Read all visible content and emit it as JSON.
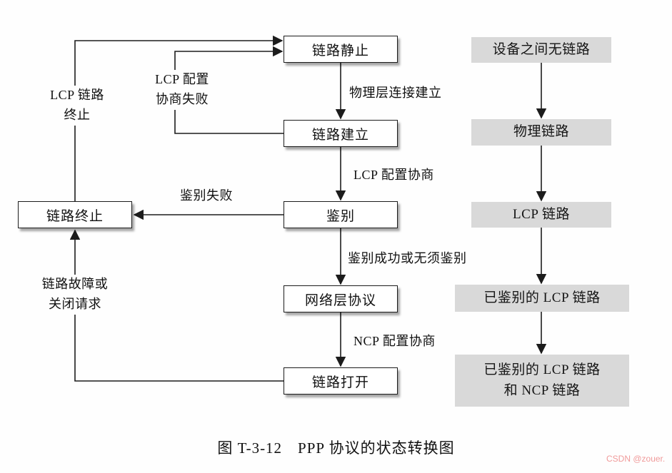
{
  "states": {
    "link_dead": "链路静止",
    "link_establish": "链路建立",
    "authenticate": "鉴别",
    "network_layer": "网络层协议",
    "link_open": "链路打开",
    "link_terminate": "链路终止"
  },
  "transitions": {
    "physical_up": "物理层连接建立",
    "lcp_negotiate": "LCP 配置协商",
    "lcp_fail": "LCP 配置\n协商失败",
    "auth_fail": "鉴别失败",
    "auth_ok": "鉴别成功或无须鉴别",
    "ncp_negotiate": "NCP 配置协商",
    "lcp_terminate": "LCP 链路\n终止",
    "link_fault": "链路故障或\n关闭请求"
  },
  "link_states": {
    "no_link": "设备之间无链路",
    "physical": "物理链路",
    "lcp": "LCP 链路",
    "auth_lcp": "已鉴别的 LCP 链路",
    "auth_lcp_ncp": "已鉴别的 LCP 链路\n和 NCP 链路"
  },
  "caption": "图 T-3-12　PPP 协议的状态转换图",
  "watermark": "CSDN @zouer.",
  "colors": {
    "gray_block_bg": "#d9d9d9",
    "line": "#1c1c1c",
    "watermark": "#f09a9a"
  }
}
